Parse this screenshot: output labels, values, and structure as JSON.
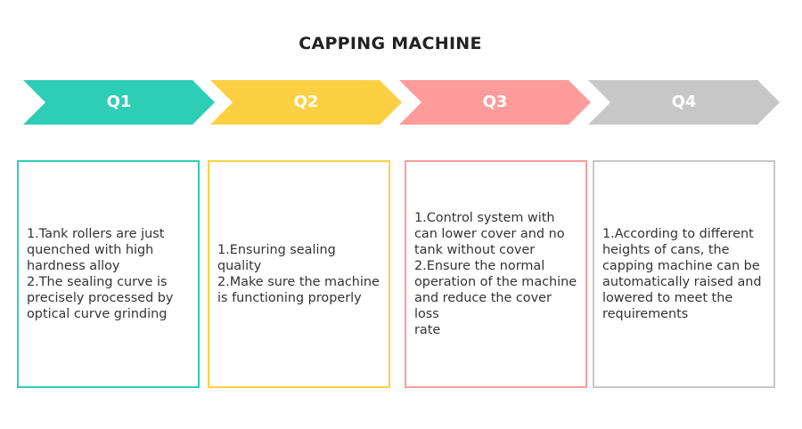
{
  "title": "CAPPING MACHINE",
  "steps": [
    {
      "label": "Q1",
      "color": "#2ecdb6",
      "lines": [
        "1.Tank rollers are just",
        "quenched with high",
        "hardness alloy",
        "2.The sealing curve is",
        "precisely processed by",
        "optical curve grinding"
      ]
    },
    {
      "label": "Q2",
      "color": "#fcd042",
      "lines": [
        "1.Ensuring sealing quality",
        "2.Make sure the machine",
        "is functioning properly"
      ]
    },
    {
      "label": "Q3",
      "color": "#fe9b9b",
      "lines": [
        "1.Control system with",
        "can lower cover and no",
        "tank without cover",
        "2.Ensure the normal",
        "operation of the machine",
        "and reduce the cover loss",
        "rate"
      ]
    },
    {
      "label": "Q4",
      "color": "#c7c7c7",
      "lines": [
        "1.According to different",
        "heights of cans, the",
        "capping machine can be",
        "automatically raised and",
        "lowered to meet the",
        "requirements"
      ]
    }
  ]
}
